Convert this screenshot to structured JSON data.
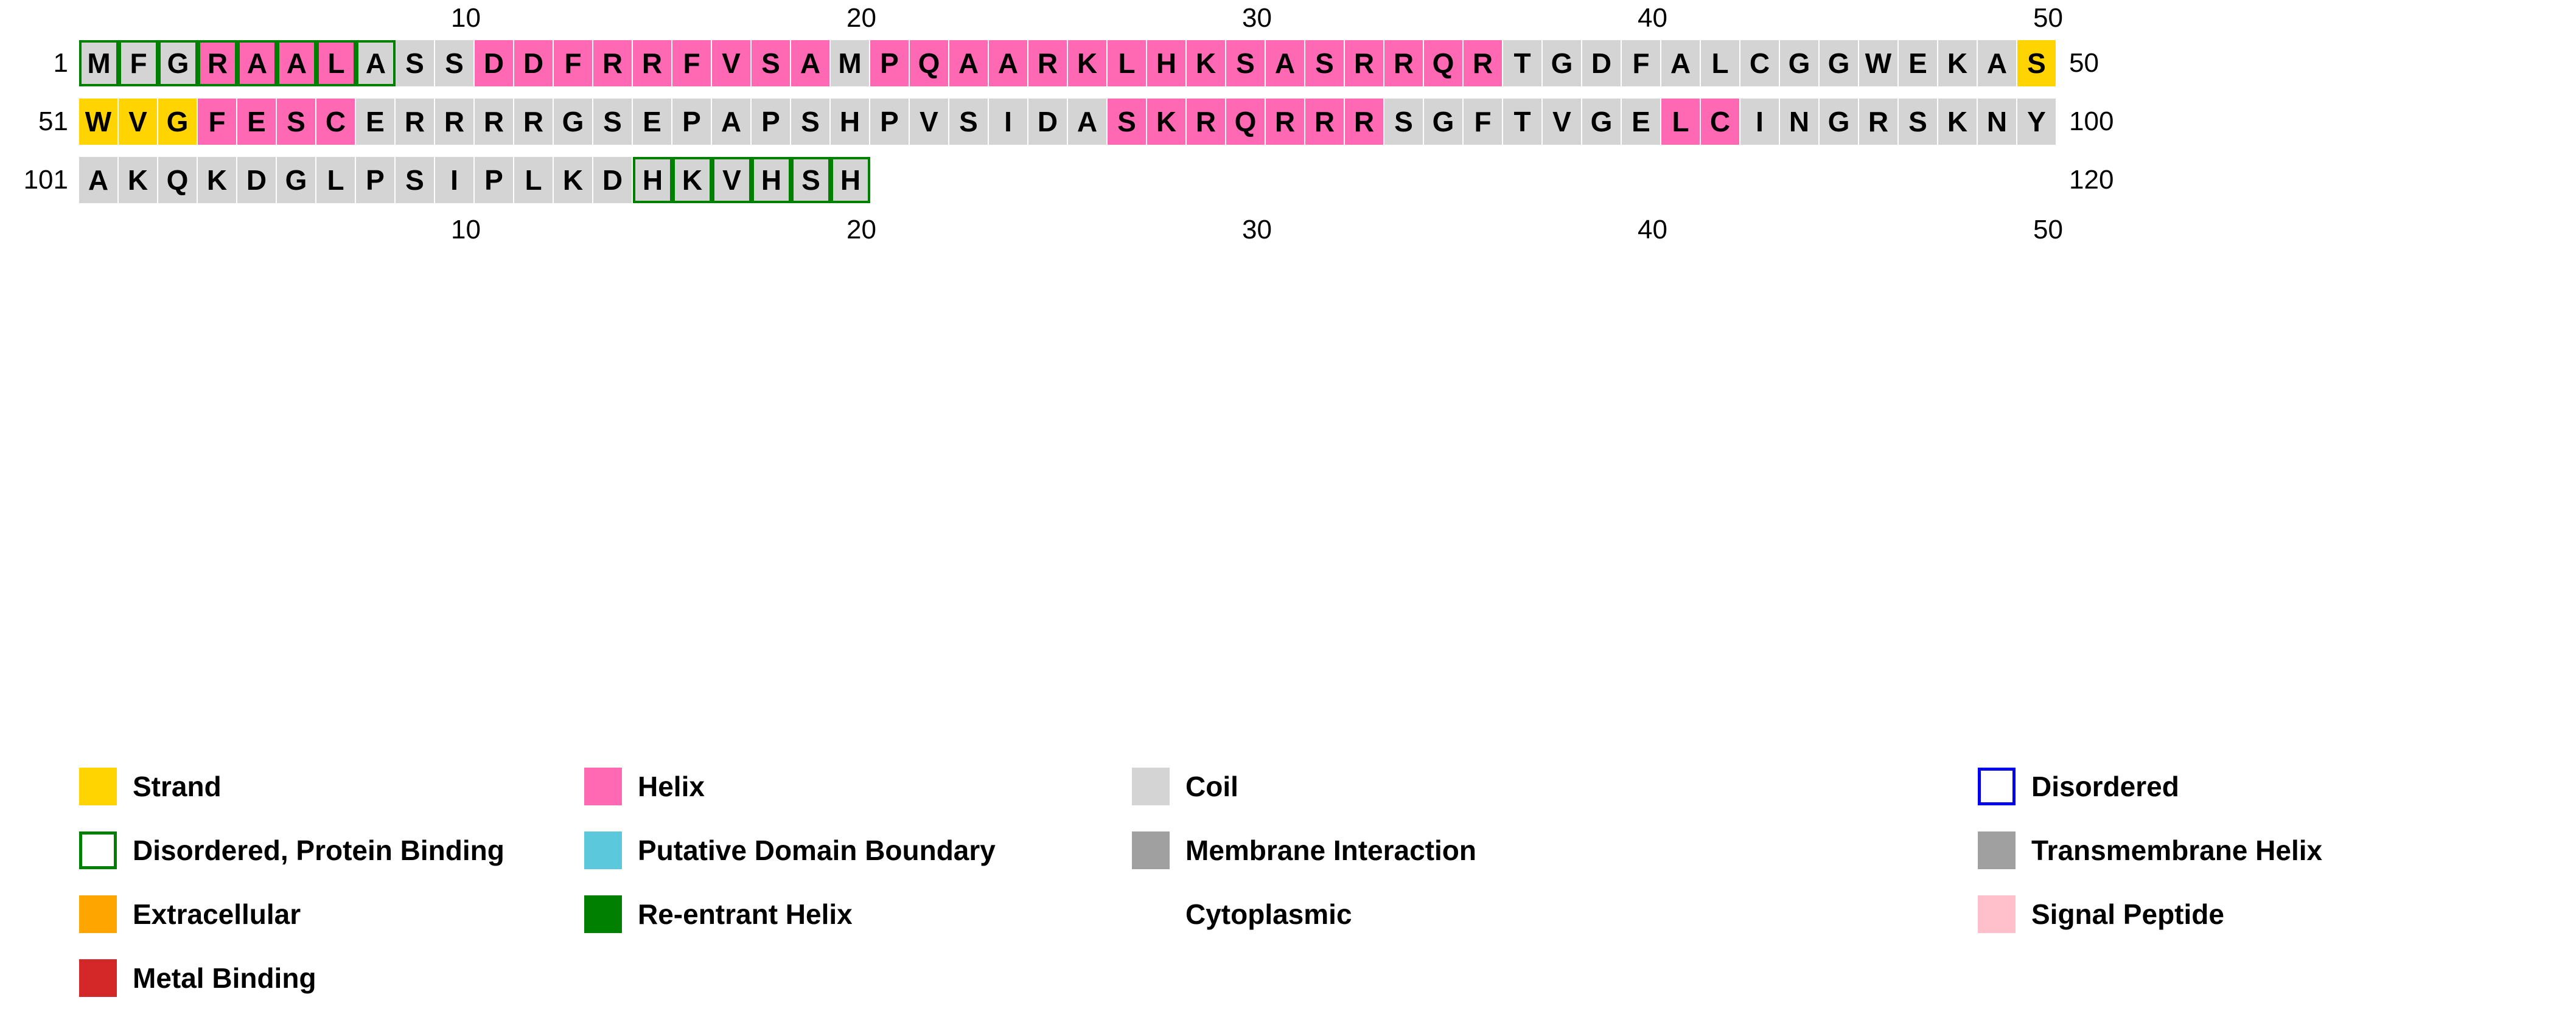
{
  "ruler": {
    "top_ticks": [
      "10",
      "20",
      "30",
      "40",
      "50"
    ],
    "bottom_ticks": [
      "10",
      "20",
      "30",
      "40",
      "50"
    ]
  },
  "sequence": {
    "rows": [
      {
        "start_label": "1",
        "end_label": "50",
        "residues": [
          {
            "aa": "M",
            "state": "coil",
            "disordered_binding": true
          },
          {
            "aa": "F",
            "state": "coil",
            "disordered_binding": true
          },
          {
            "aa": "G",
            "state": "coil",
            "disordered_binding": true
          },
          {
            "aa": "R",
            "state": "helix",
            "disordered_binding": true
          },
          {
            "aa": "A",
            "state": "helix",
            "disordered_binding": true
          },
          {
            "aa": "A",
            "state": "helix",
            "disordered_binding": true
          },
          {
            "aa": "L",
            "state": "helix",
            "disordered_binding": true
          },
          {
            "aa": "A",
            "state": "coil",
            "disordered_binding": true
          },
          {
            "aa": "S",
            "state": "coil",
            "disordered_binding": false
          },
          {
            "aa": "S",
            "state": "coil",
            "disordered_binding": false
          },
          {
            "aa": "D",
            "state": "helix",
            "disordered_binding": false
          },
          {
            "aa": "D",
            "state": "helix",
            "disordered_binding": false
          },
          {
            "aa": "F",
            "state": "helix",
            "disordered_binding": false
          },
          {
            "aa": "R",
            "state": "helix",
            "disordered_binding": false
          },
          {
            "aa": "R",
            "state": "helix",
            "disordered_binding": false
          },
          {
            "aa": "F",
            "state": "helix",
            "disordered_binding": false
          },
          {
            "aa": "V",
            "state": "helix",
            "disordered_binding": false
          },
          {
            "aa": "S",
            "state": "helix",
            "disordered_binding": false
          },
          {
            "aa": "A",
            "state": "helix",
            "disordered_binding": false
          },
          {
            "aa": "M",
            "state": "coil",
            "disordered_binding": false
          },
          {
            "aa": "P",
            "state": "helix",
            "disordered_binding": false
          },
          {
            "aa": "Q",
            "state": "helix",
            "disordered_binding": false
          },
          {
            "aa": "A",
            "state": "helix",
            "disordered_binding": false
          },
          {
            "aa": "A",
            "state": "helix",
            "disordered_binding": false
          },
          {
            "aa": "R",
            "state": "helix",
            "disordered_binding": false
          },
          {
            "aa": "K",
            "state": "helix",
            "disordered_binding": false
          },
          {
            "aa": "L",
            "state": "helix",
            "disordered_binding": false
          },
          {
            "aa": "H",
            "state": "helix",
            "disordered_binding": false
          },
          {
            "aa": "K",
            "state": "helix",
            "disordered_binding": false
          },
          {
            "aa": "S",
            "state": "helix",
            "disordered_binding": false
          },
          {
            "aa": "A",
            "state": "helix",
            "disordered_binding": false
          },
          {
            "aa": "S",
            "state": "helix",
            "disordered_binding": false
          },
          {
            "aa": "R",
            "state": "helix",
            "disordered_binding": false
          },
          {
            "aa": "R",
            "state": "helix",
            "disordered_binding": false
          },
          {
            "aa": "Q",
            "state": "helix",
            "disordered_binding": false
          },
          {
            "aa": "R",
            "state": "helix",
            "disordered_binding": false
          },
          {
            "aa": "T",
            "state": "coil",
            "disordered_binding": false
          },
          {
            "aa": "G",
            "state": "coil",
            "disordered_binding": false
          },
          {
            "aa": "D",
            "state": "coil",
            "disordered_binding": false
          },
          {
            "aa": "F",
            "state": "coil",
            "disordered_binding": false
          },
          {
            "aa": "A",
            "state": "coil",
            "disordered_binding": false
          },
          {
            "aa": "L",
            "state": "coil",
            "disordered_binding": false
          },
          {
            "aa": "C",
            "state": "coil",
            "disordered_binding": false
          },
          {
            "aa": "G",
            "state": "coil",
            "disordered_binding": false
          },
          {
            "aa": "G",
            "state": "coil",
            "disordered_binding": false
          },
          {
            "aa": "W",
            "state": "coil",
            "disordered_binding": false
          },
          {
            "aa": "E",
            "state": "coil",
            "disordered_binding": false
          },
          {
            "aa": "K",
            "state": "coil",
            "disordered_binding": false
          },
          {
            "aa": "A",
            "state": "coil",
            "disordered_binding": false
          },
          {
            "aa": "S",
            "state": "strand",
            "disordered_binding": false
          }
        ]
      },
      {
        "start_label": "51",
        "end_label": "100",
        "residues": [
          {
            "aa": "W",
            "state": "strand",
            "disordered_binding": false
          },
          {
            "aa": "V",
            "state": "strand",
            "disordered_binding": false
          },
          {
            "aa": "G",
            "state": "strand",
            "disordered_binding": false
          },
          {
            "aa": "F",
            "state": "helix",
            "disordered_binding": false
          },
          {
            "aa": "E",
            "state": "helix",
            "disordered_binding": false
          },
          {
            "aa": "S",
            "state": "helix",
            "disordered_binding": false
          },
          {
            "aa": "C",
            "state": "helix",
            "disordered_binding": false
          },
          {
            "aa": "E",
            "state": "coil",
            "disordered_binding": false
          },
          {
            "aa": "R",
            "state": "coil",
            "disordered_binding": false
          },
          {
            "aa": "R",
            "state": "coil",
            "disordered_binding": false
          },
          {
            "aa": "R",
            "state": "coil",
            "disordered_binding": false
          },
          {
            "aa": "R",
            "state": "coil",
            "disordered_binding": false
          },
          {
            "aa": "G",
            "state": "coil",
            "disordered_binding": false
          },
          {
            "aa": "S",
            "state": "coil",
            "disordered_binding": false
          },
          {
            "aa": "E",
            "state": "coil",
            "disordered_binding": false
          },
          {
            "aa": "P",
            "state": "coil",
            "disordered_binding": false
          },
          {
            "aa": "A",
            "state": "coil",
            "disordered_binding": false
          },
          {
            "aa": "P",
            "state": "coil",
            "disordered_binding": false
          },
          {
            "aa": "S",
            "state": "coil",
            "disordered_binding": false
          },
          {
            "aa": "H",
            "state": "coil",
            "disordered_binding": false
          },
          {
            "aa": "P",
            "state": "coil",
            "disordered_binding": false
          },
          {
            "aa": "V",
            "state": "coil",
            "disordered_binding": false
          },
          {
            "aa": "S",
            "state": "coil",
            "disordered_binding": false
          },
          {
            "aa": "I",
            "state": "coil",
            "disordered_binding": false
          },
          {
            "aa": "D",
            "state": "coil",
            "disordered_binding": false
          },
          {
            "aa": "A",
            "state": "coil",
            "disordered_binding": false
          },
          {
            "aa": "S",
            "state": "helix",
            "disordered_binding": false
          },
          {
            "aa": "K",
            "state": "helix",
            "disordered_binding": false
          },
          {
            "aa": "R",
            "state": "helix",
            "disordered_binding": false
          },
          {
            "aa": "Q",
            "state": "helix",
            "disordered_binding": false
          },
          {
            "aa": "R",
            "state": "helix",
            "disordered_binding": false
          },
          {
            "aa": "R",
            "state": "helix",
            "disordered_binding": false
          },
          {
            "aa": "R",
            "state": "helix",
            "disordered_binding": false
          },
          {
            "aa": "S",
            "state": "coil",
            "disordered_binding": false
          },
          {
            "aa": "G",
            "state": "coil",
            "disordered_binding": false
          },
          {
            "aa": "F",
            "state": "coil",
            "disordered_binding": false
          },
          {
            "aa": "T",
            "state": "coil",
            "disordered_binding": false
          },
          {
            "aa": "V",
            "state": "coil",
            "disordered_binding": false
          },
          {
            "aa": "G",
            "state": "coil",
            "disordered_binding": false
          },
          {
            "aa": "E",
            "state": "coil",
            "disordered_binding": false
          },
          {
            "aa": "L",
            "state": "helix",
            "disordered_binding": false
          },
          {
            "aa": "C",
            "state": "helix",
            "disordered_binding": false
          },
          {
            "aa": "I",
            "state": "coil",
            "disordered_binding": false
          },
          {
            "aa": "N",
            "state": "coil",
            "disordered_binding": false
          },
          {
            "aa": "G",
            "state": "coil",
            "disordered_binding": false
          },
          {
            "aa": "R",
            "state": "coil",
            "disordered_binding": false
          },
          {
            "aa": "S",
            "state": "coil",
            "disordered_binding": false
          },
          {
            "aa": "K",
            "state": "coil",
            "disordered_binding": false
          },
          {
            "aa": "N",
            "state": "coil",
            "disordered_binding": false
          },
          {
            "aa": "Y",
            "state": "coil",
            "disordered_binding": false
          }
        ]
      },
      {
        "start_label": "101",
        "end_label": "120",
        "residues": [
          {
            "aa": "A",
            "state": "coil",
            "disordered_binding": false
          },
          {
            "aa": "K",
            "state": "coil",
            "disordered_binding": false
          },
          {
            "aa": "Q",
            "state": "coil",
            "disordered_binding": false
          },
          {
            "aa": "K",
            "state": "coil",
            "disordered_binding": false
          },
          {
            "aa": "D",
            "state": "coil",
            "disordered_binding": false
          },
          {
            "aa": "G",
            "state": "coil",
            "disordered_binding": false
          },
          {
            "aa": "L",
            "state": "coil",
            "disordered_binding": false
          },
          {
            "aa": "P",
            "state": "coil",
            "disordered_binding": false
          },
          {
            "aa": "S",
            "state": "coil",
            "disordered_binding": false
          },
          {
            "aa": "I",
            "state": "coil",
            "disordered_binding": false
          },
          {
            "aa": "P",
            "state": "coil",
            "disordered_binding": false
          },
          {
            "aa": "L",
            "state": "coil",
            "disordered_binding": false
          },
          {
            "aa": "K",
            "state": "coil",
            "disordered_binding": false
          },
          {
            "aa": "D",
            "state": "coil",
            "disordered_binding": false
          },
          {
            "aa": "H",
            "state": "coil",
            "disordered_binding": true
          },
          {
            "aa": "K",
            "state": "coil",
            "disordered_binding": true
          },
          {
            "aa": "V",
            "state": "coil",
            "disordered_binding": true
          },
          {
            "aa": "H",
            "state": "coil",
            "disordered_binding": true
          },
          {
            "aa": "S",
            "state": "coil",
            "disordered_binding": true
          },
          {
            "aa": "H",
            "state": "coil",
            "disordered_binding": true
          }
        ]
      }
    ]
  },
  "legend": {
    "rows": [
      [
        {
          "label": "Strand",
          "swatch": "strand-swatch",
          "color": "#ffd400",
          "style": "fill"
        },
        {
          "label": "Helix",
          "swatch": "helix-swatch",
          "color": "#ff69b4",
          "style": "fill"
        },
        {
          "label": "Coil",
          "swatch": "coil-swatch",
          "color": "#d4d4d4",
          "style": "fill"
        },
        {
          "label": "Disordered",
          "swatch": "disordered-swatch",
          "color": "#0000ee",
          "style": "outline-blue"
        }
      ],
      [
        {
          "label": "Disordered, Protein Binding",
          "swatch": "disordered-binding-swatch",
          "color": "#008000",
          "style": "outline-green"
        },
        {
          "label": "Putative Domain Boundary",
          "swatch": "domain-boundary-swatch",
          "color": "#5bc8dc",
          "style": "fill"
        },
        {
          "label": "Membrane Interaction",
          "swatch": "membrane-interaction-swatch",
          "color": "#a0a0a0",
          "style": "fill"
        },
        {
          "label": "Transmembrane Helix",
          "swatch": "transmembrane-helix-swatch",
          "color": "#a0a0a0",
          "style": "fill"
        }
      ],
      [
        {
          "label": "Extracellular",
          "swatch": "extracellular-swatch",
          "color": "#ffa500",
          "style": "fill"
        },
        {
          "label": "Re-entrant Helix",
          "swatch": "reentrant-helix-swatch",
          "color": "#008000",
          "style": "fill"
        },
        {
          "label": "Cytoplasmic",
          "swatch": "cytoplasmic-swatch",
          "color": "transparent",
          "style": "none"
        },
        {
          "label": "Signal Peptide",
          "swatch": "signal-peptide-swatch",
          "color": "#ffc0cb",
          "style": "fill"
        }
      ],
      [
        {
          "label": "Metal Binding",
          "swatch": "metal-binding-swatch",
          "color": "#d42828",
          "style": "fill"
        }
      ]
    ]
  }
}
